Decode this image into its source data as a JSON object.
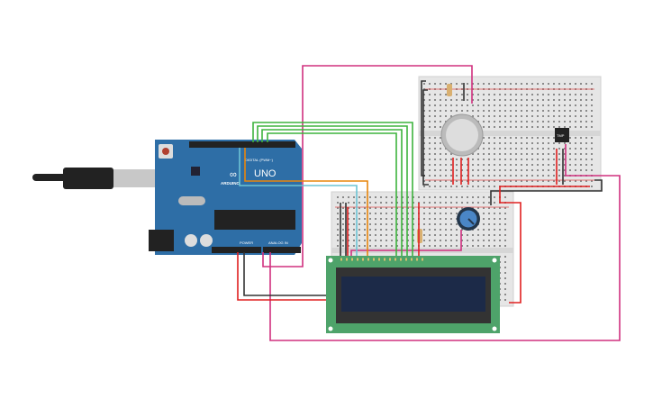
{
  "arduino": {
    "brand": "ARDUINO",
    "model": "UNO",
    "digital_label": "DIGITAL (PWM~)",
    "power_label": "POWER",
    "analog_label": "ANALOG IN"
  },
  "sensor": {
    "label": "TMP"
  },
  "colors": {
    "board": "#2e6ea6",
    "breadboard": "#e6e6e6",
    "lcd_pcb": "#4ea36a",
    "lcd_screen": "#1c2a48",
    "wire_green": "#3db33d",
    "wire_orange": "#e8860c",
    "wire_cyan": "#6cc4d4",
    "wire_magenta": "#d0307f",
    "wire_red": "#e02020",
    "wire_black": "#333333",
    "pot": "#4a86c6"
  }
}
